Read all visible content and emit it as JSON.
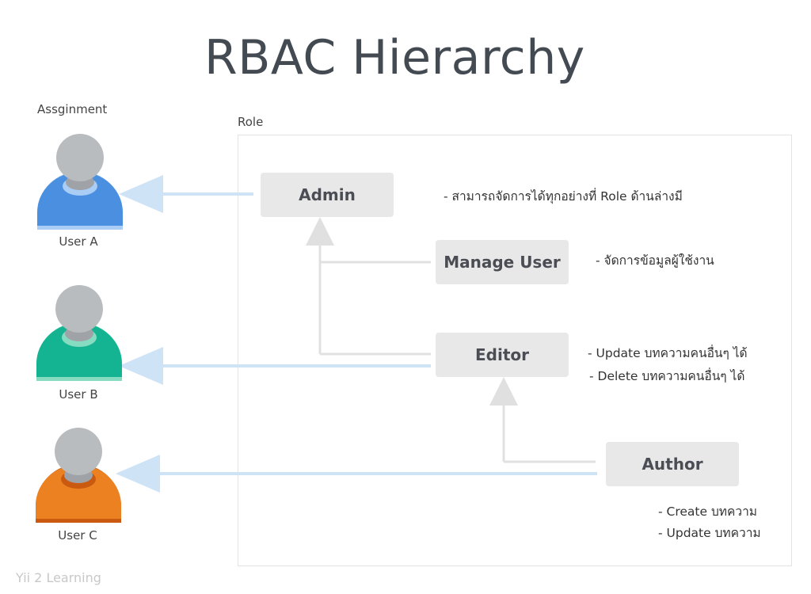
{
  "title": "RBAC Hierarchy",
  "assignment_label": "Assginment",
  "role_label": "Role",
  "users": [
    {
      "name": "User A",
      "shirt_color": "#4a8fe0",
      "collar_color": "#a9cdf5"
    },
    {
      "name": "User B",
      "shirt_color": "#14b392",
      "collar_color": "#86dcc0"
    },
    {
      "name": "User C",
      "shirt_color": "#ec8122",
      "collar_color": "#c95a10"
    }
  ],
  "roles": {
    "admin": "Admin",
    "manage_user": "Manage User",
    "editor": "Editor",
    "author": "Author"
  },
  "descriptions": {
    "admin": [
      "- สามารถจัดการได้ทุกอย่างที่ Role ด้านล่างมี"
    ],
    "manage_user": [
      "- จัดการข้อมูลผู้ใช้งาน"
    ],
    "editor": [
      "- Update บทความคนอื่นๆ ได้",
      "- Delete บทความคนอื่นๆ ได้"
    ],
    "author": [
      "- Create บทความ",
      "- Update บทความ"
    ]
  },
  "footer": "Yii 2 Learning",
  "colors": {
    "role_box": "#e8e8e8",
    "hierarchy_line": "#e0e0e0",
    "assign_arrow": "#cfe3f7",
    "avatar_grey": "#b9bcbf"
  }
}
